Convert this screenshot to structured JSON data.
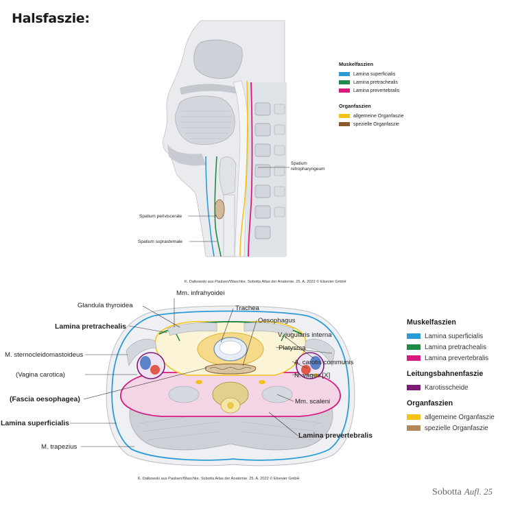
{
  "title": "Halsfaszie:",
  "colors": {
    "lamina_superficialis": "#2b9bd6",
    "lamina_pretrachealis": "#1e8a43",
    "lamina_prevertebralis": "#d8197f",
    "allgemeine_organfaszie": "#f2c21a",
    "spezielle_organfaszie": "#8a5a2b",
    "karotisscheide": "#7d1a78"
  },
  "sagittal": {
    "labels": {
      "retropharyngeum": [
        "Spatium",
        "retropharyngeum"
      ],
      "periviscerale": "Spatium periviscerale",
      "suprasternale": "Spatium suprasternale"
    },
    "credit": "K. Dalkowski aus Paulsen/Waschke. Sobotta Atlas der Anatomie. 25. A. 2022 © Elsevier GmbH",
    "legend": {
      "muskel_heading": "Muskelfaszien",
      "muskel_items": [
        {
          "label": "Lamina superficialis",
          "color": "#2b9bd6"
        },
        {
          "label": "Lamina pretrachealis",
          "color": "#1e8a43"
        },
        {
          "label": "Lamina prevertebralis",
          "color": "#d8197f"
        }
      ],
      "organ_heading": "Organfaszien",
      "organ_items": [
        {
          "label": "allgemeine Organfaszie",
          "color": "#f2c21a"
        },
        {
          "label": "spezielle Organfaszie",
          "color": "#8a5a2b"
        }
      ]
    }
  },
  "cross_section": {
    "labels": {
      "infrahyoidei": "Mm. infrahyoidei",
      "thyroidea": "Glandula thyroidea",
      "trachea": "Trachea",
      "pretrachealis": "Lamina pretrachealis",
      "oesophagus": "Oesophagus",
      "jugularis": "V. jugularis interna",
      "sternocleido": "M. sternocleidomastoideus",
      "platysma": "Platysma",
      "carotis": "A. carotis communis",
      "vagina_carotica": "(Vagina carotica)",
      "vagus": "N. vagus [X]",
      "fascia_oesophagea": "(Fascia oesophagea)",
      "scaleni": "Mm. scaleni",
      "superficialis": "Lamina superficialis",
      "trapezius": "M. trapezius",
      "prevertebralis": "Lamina prevertebralis"
    },
    "credit": "K. Dalkowski aus Paulsen/Waschke. Sobotta Atlas der Anatomie. 25. A. 2022 © Elsevier GmbH",
    "legend": {
      "muskel_heading": "Muskelfaszien",
      "muskel_items": [
        {
          "label": "Lamina superficialis",
          "color": "#2b9bd6"
        },
        {
          "label": "Lamina pretrachealis",
          "color": "#1e8a43"
        },
        {
          "label": "Lamina prevertebralis",
          "color": "#d8197f"
        }
      ],
      "leitung_heading": "Leitungsbahnenfaszie",
      "leitung_items": [
        {
          "label": "Karotisscheide",
          "color": "#7d1a78"
        }
      ],
      "organ_heading": "Organfaszien",
      "organ_items": [
        {
          "label": "allgemeine Organfaszie",
          "color": "#f2c21a"
        },
        {
          "label": "spezielle Organfaszie",
          "color": "#b08a5a"
        }
      ]
    }
  },
  "watermark": {
    "brand": "Sobotta",
    "edition": "Aufl. 25"
  }
}
